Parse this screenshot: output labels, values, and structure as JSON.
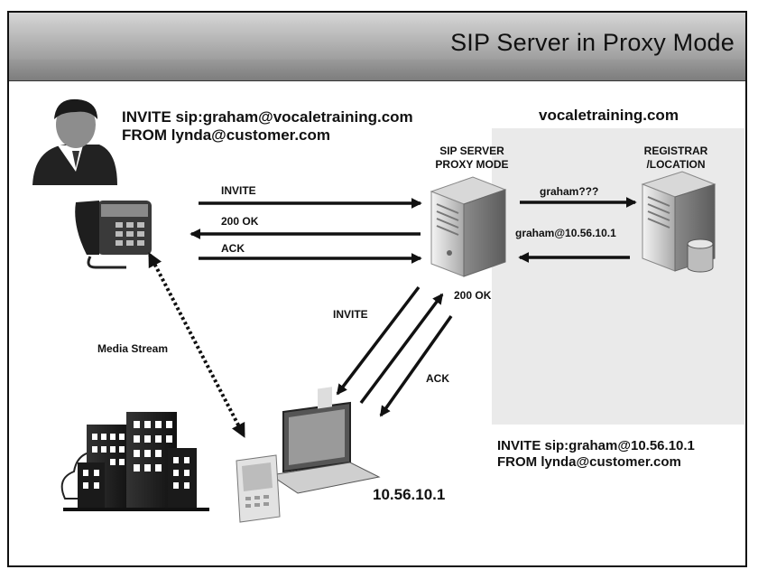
{
  "title": "SIP Server in Proxy Mode",
  "domain_label": "vocaletraining.com",
  "invite_top": [
    "INVITE sip:graham@vocaletraining.com",
    "FROM lynda@customer.com"
  ],
  "sip_server": [
    "SIP SERVER",
    "PROXY MODE"
  ],
  "registrar": [
    "REGISTRAR",
    "/LOCATION"
  ],
  "msg": {
    "invite1": "INVITE",
    "ok1": "200 OK",
    "ack1": "ACK",
    "graham_q": "graham???",
    "graham_ip": "graham@10.56.10.1",
    "ok2": "200 OK",
    "invite2": "INVITE",
    "ack2": "ACK",
    "media": "Media Stream"
  },
  "invite_bottom": [
    "INVITE sip:graham@10.56.10.1",
    "FROM lynda@customer.com"
  ],
  "ip_label": "10.56.10.1",
  "colors": {
    "title_bar": "#b5b5b5",
    "sub_bar": "#8a8a8a",
    "shade": "#eaeaea",
    "arrow": "#111111"
  },
  "icons": [
    "user-icon",
    "desk-phone-icon",
    "sip-server-icon",
    "registrar-server-icon",
    "database-icon",
    "office-building-icon",
    "laptop-icon",
    "handheld-device-icon"
  ]
}
